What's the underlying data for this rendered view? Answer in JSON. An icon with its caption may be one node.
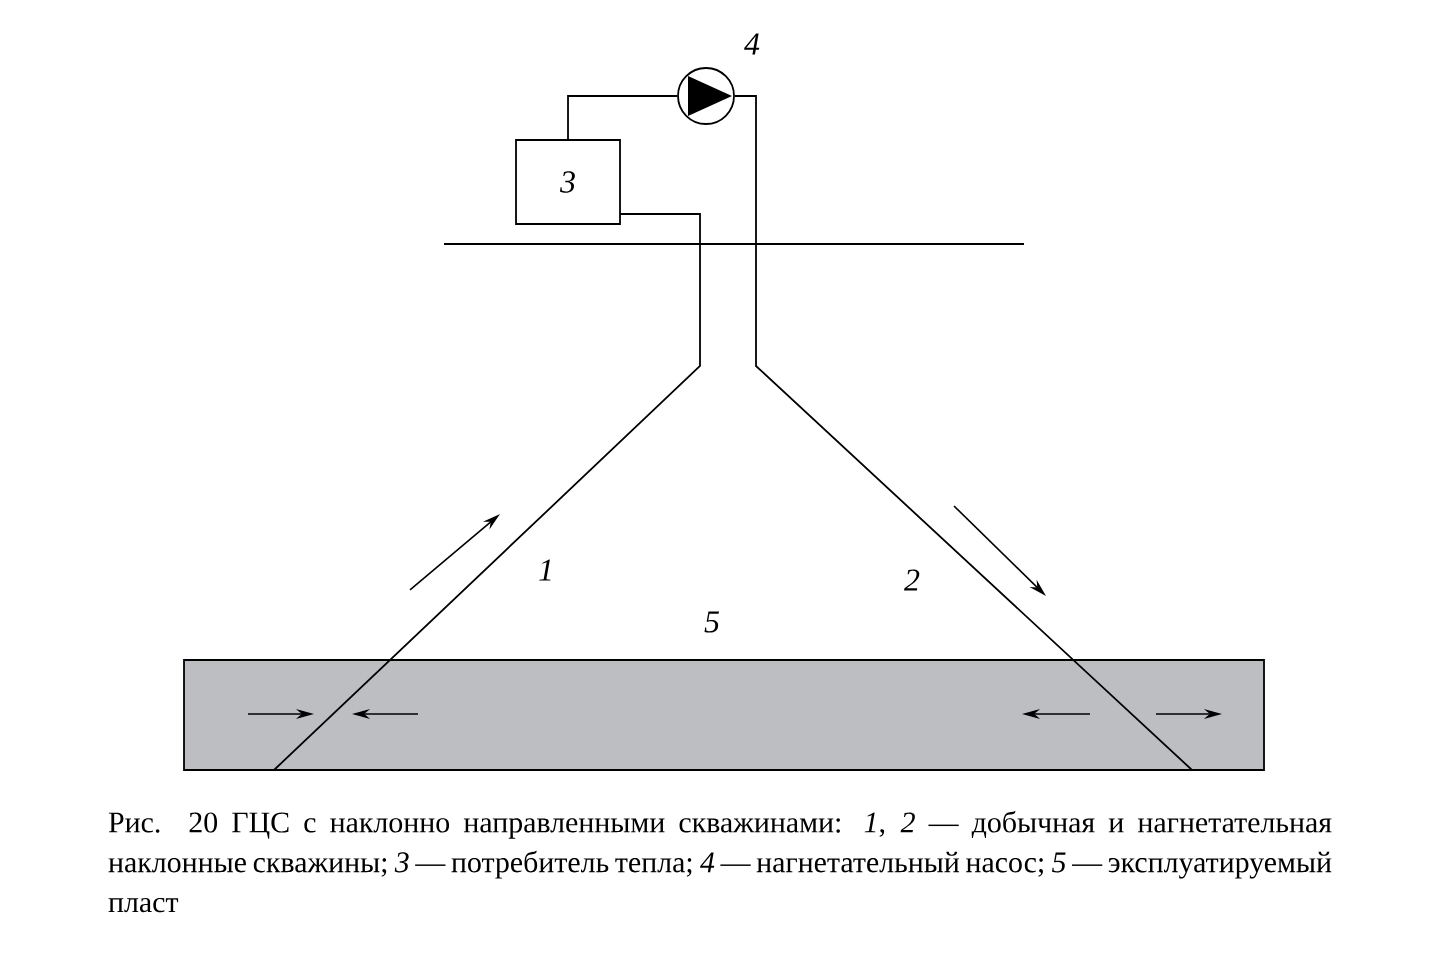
{
  "diagram": {
    "caption": "Рис. 20 ГЦС с наклонно направленными скважинами: *1*, *2* — добычная и нагнетательная наклонные скважины; *3* — потребитель тепла; *4* — нагнетательный насос; *5* — эксплуатируемый пласт",
    "nodes": [
      {
        "text": [
          "3"
        ]
      },
      {
        "text": [],
        "shape": "circle",
        "beside": [
          "4"
        ]
      },
      {
        "text": [],
        "shape": "band",
        "beside": [
          "5"
        ]
      }
    ],
    "edges": [
      {
        "from": 0,
        "to": 1,
        "arrow": "none"
      },
      {
        "from": 1,
        "to": 2,
        "arrow": "none",
        "label": "2"
      },
      {
        "from": 2,
        "to": 0,
        "arrow": "none",
        "label": "1"
      }
    ]
  }
}
